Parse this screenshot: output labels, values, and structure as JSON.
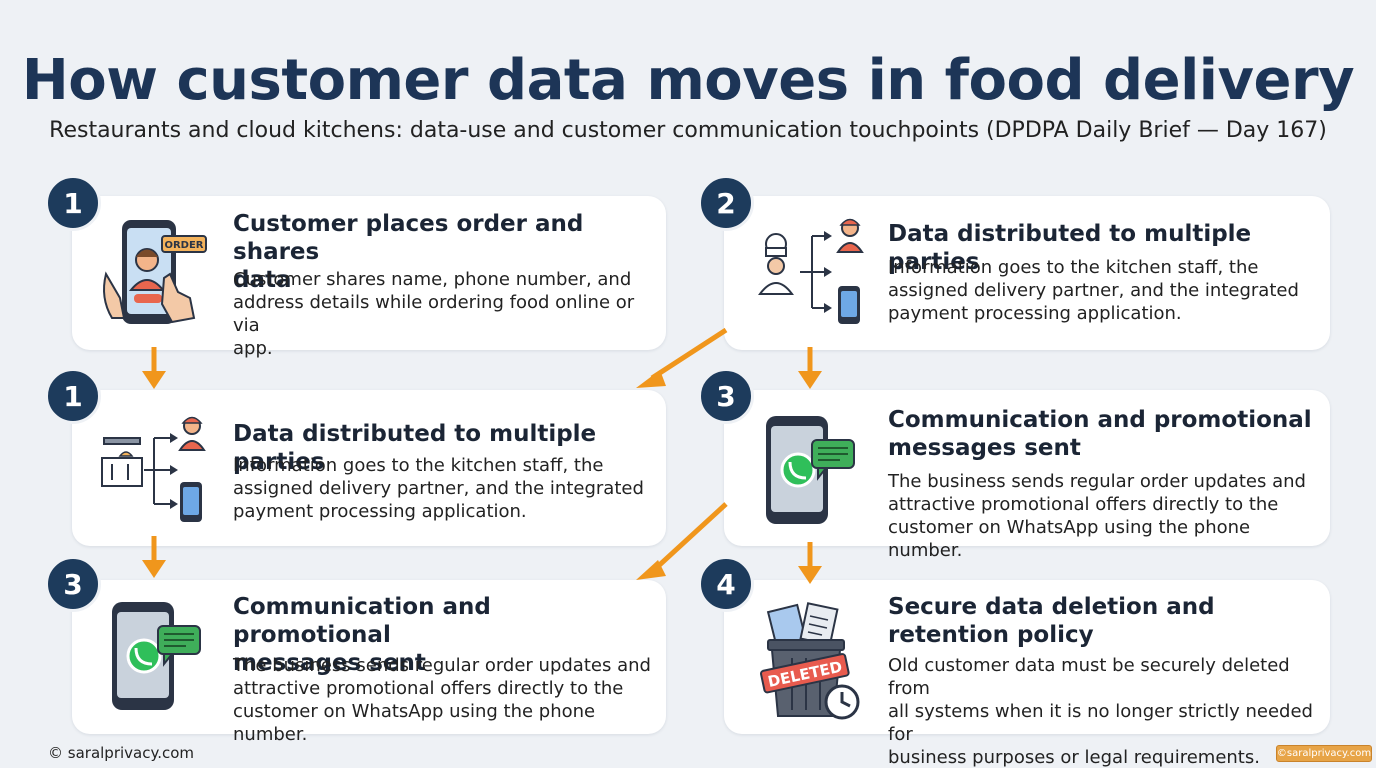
{
  "header": {
    "title": "How customer data moves in food delivery",
    "subtitle": "Restaurants and cloud kitchens: data-use and customer communication touchpoints (DPDPA Daily Brief — Day 167)"
  },
  "cards": [
    {
      "number": "1",
      "title_line1": "Customer places order and shares",
      "title_line2": "data",
      "body_lines": [
        "Customer shares name, phone number, and",
        "address details while ordering food online or via",
        "app."
      ],
      "icon": "phone-order-icon",
      "icon_label": "ORDER"
    },
    {
      "number": "2",
      "title_line1": "Data distributed to multiple parties",
      "title_line2": "",
      "body_lines": [
        "Information goes to the kitchen staff, the",
        "assigned delivery partner, and the integrated",
        "payment processing application."
      ],
      "icon": "distribution-icon"
    },
    {
      "number": "1",
      "title_line1": "Data distributed to multiple parties",
      "title_line2": "",
      "body_lines": [
        "Information goes to the kitchen staff, the",
        "assigned delivery partner, and the integrated",
        "payment processing application."
      ],
      "icon": "kitchen-distribution-icon"
    },
    {
      "number": "3",
      "title_line1": "Communication and promotional",
      "title_line2": "messages sent",
      "body_lines": [
        "The business sends regular order updates and",
        "attractive promotional offers directly to the",
        "customer on WhatsApp using the phone number."
      ],
      "icon": "whatsapp-phone-icon"
    },
    {
      "number": "3",
      "title_line1": "Communication and promotional",
      "title_line2": "messages sent",
      "body_lines": [
        "The business sends regular order updates and",
        "attractive promotional offers directly to the",
        "customer on WhatsApp using the phone number."
      ],
      "icon": "whatsapp-phone-icon"
    },
    {
      "number": "4",
      "title_line1": "Secure data deletion and",
      "title_line2": "retention policy",
      "body_lines": [
        "Old customer data must be securely deleted from",
        "all systems when it is no longer strictly needed for",
        "business purposes or legal requirements."
      ],
      "icon": "deleted-bin-icon",
      "icon_label": "DELETED"
    }
  ],
  "footer": {
    "copyright": "© saralprivacy.com",
    "watermark": "©saralprivacy.com"
  },
  "colors": {
    "badge": "#1d3b5c",
    "arrow": "#f0961c",
    "title": "#1d3557",
    "background": "#eef1f5"
  }
}
